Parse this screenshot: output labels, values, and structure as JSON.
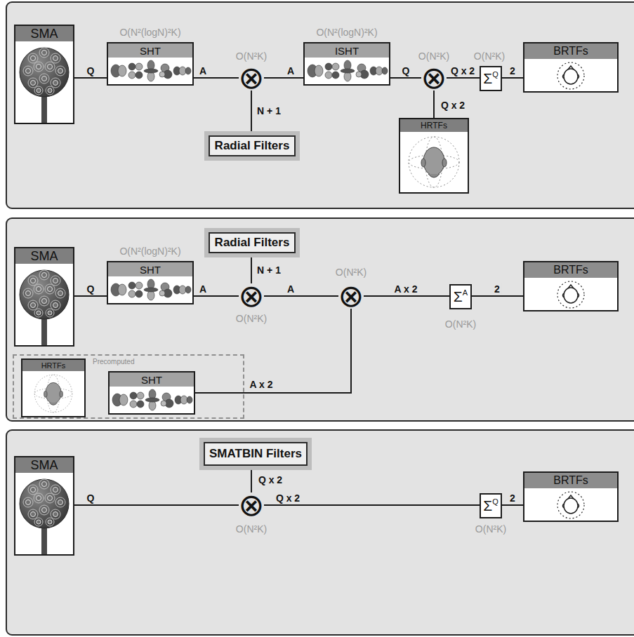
{
  "diagram": {
    "nodes": [
      {
        "text": [
          "SMA"
        ]
      },
      {
        "text": [
          "SHT"
        ]
      },
      {
        "text": [
          "⊗"
        ]
      },
      {
        "text": [
          "Radial Filters"
        ]
      },
      {
        "text": [
          "ISHT"
        ]
      },
      {
        "text": [
          "⊗"
        ]
      },
      {
        "text": [
          "HRTFs"
        ]
      },
      {
        "text": [
          "Σ",
          "Q"
        ]
      },
      {
        "text": [
          "BRTFs"
        ]
      },
      {
        "text": [
          "SMA"
        ]
      },
      {
        "text": [
          "SHT"
        ]
      },
      {
        "text": [
          "⊗"
        ]
      },
      {
        "text": [
          "Radial Filters"
        ]
      },
      {
        "text": [
          "⊗"
        ]
      },
      {
        "text": [
          "Σ",
          "A"
        ]
      },
      {
        "text": [
          "BRTFs"
        ]
      },
      {
        "text": [
          "Precomputed"
        ]
      },
      {
        "text": [
          "HRTFs"
        ],
        "in": 16
      },
      {
        "text": [
          "SHT"
        ],
        "in": 16
      },
      {
        "text": [
          "SMA"
        ]
      },
      {
        "text": [
          "SMATBIN Filters"
        ]
      },
      {
        "text": [
          "⊗"
        ]
      },
      {
        "text": [
          "Σ",
          "Q"
        ]
      },
      {
        "text": [
          "BRTFs"
        ]
      }
    ],
    "edges": [
      {
        "from": 0,
        "to": 1,
        "label": "Q",
        "arrow": "none"
      },
      {
        "from": 1,
        "to": 2,
        "label": "A",
        "arrow": "none"
      },
      {
        "from": 3,
        "to": 2,
        "label": "N + 1",
        "arrow": "none"
      },
      {
        "from": 2,
        "to": 4,
        "label": "A",
        "arrow": "none"
      },
      {
        "from": 4,
        "to": 5,
        "label": "Q",
        "arrow": "none"
      },
      {
        "from": 6,
        "to": 5,
        "label": "Q x 2",
        "arrow": "none"
      },
      {
        "from": 5,
        "to": 7,
        "label": "Q x 2",
        "arrow": "none"
      },
      {
        "from": 7,
        "to": 8,
        "label": "2",
        "arrow": "none"
      },
      {
        "from": 9,
        "to": 10,
        "label": "Q",
        "arrow": "none"
      },
      {
        "from": 10,
        "to": 11,
        "label": "A",
        "arrow": "none"
      },
      {
        "from": 12,
        "to": 11,
        "label": "N + 1",
        "arrow": "none"
      },
      {
        "from": 11,
        "to": 13,
        "label": "A",
        "arrow": "none"
      },
      {
        "from": 18,
        "to": 13,
        "label": "A x 2",
        "arrow": "none"
      },
      {
        "from": 13,
        "to": 14,
        "label": "A x 2",
        "arrow": "none"
      },
      {
        "from": 14,
        "to": 15,
        "label": "2",
        "arrow": "none"
      },
      {
        "from": 19,
        "to": 21,
        "label": "Q",
        "arrow": "none"
      },
      {
        "from": 20,
        "to": 21,
        "label": "Q x 2",
        "arrow": "none"
      },
      {
        "from": 21,
        "to": 22,
        "label": "Q x 2",
        "arrow": "none"
      },
      {
        "from": 22,
        "to": 23,
        "label": "2",
        "arrow": "none"
      }
    ],
    "labels": [
      "O(N²(logN)²K)",
      "O(N²K)",
      "O(N²(logN)²K)",
      "O(N²K)",
      "O(N²K)",
      "O(N²(logN)²K)",
      "O(N²K)",
      "O(N²K)",
      "O(N²K)",
      "O(N²K)",
      "O(N²K)"
    ]
  }
}
